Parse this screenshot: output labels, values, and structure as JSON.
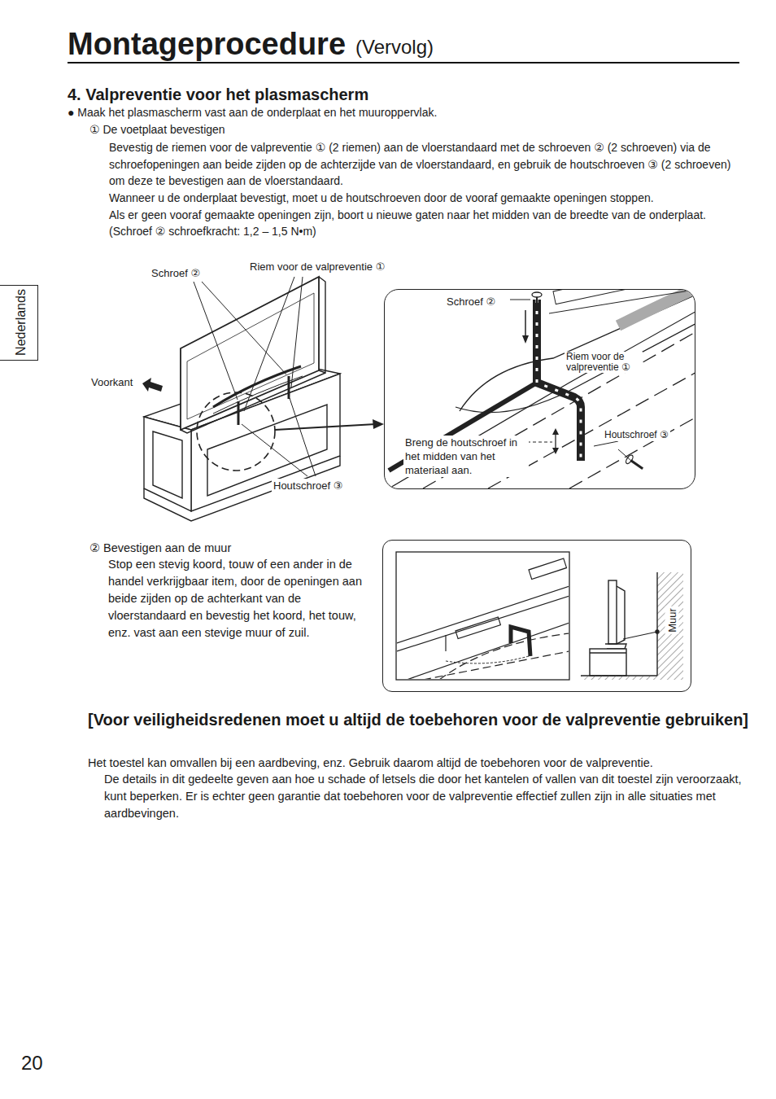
{
  "diagram": {
    "title": "Montageprocedure",
    "nodes": [
      {
        "text": [
          "Nederlands"
        ]
      },
      {
        "text": [
          "Schroef ②",
          "Riem voor de valpreventie ①",
          "Breng de houtschroef in het midden van het materiaal aan.",
          "Houtschroef ③"
        ]
      },
      {
        "text": [
          "Muur"
        ]
      }
    ],
    "labels": [
      "(Vervolg)",
      "4. Valpreventie voor het plasmascherm",
      "● Maak het plasmascherm vast aan de onderplaat en het muuroppervlak.",
      "① De voetplaat bevestigen",
      "Bevestig de riemen voor de valpreventie ① (2 riemen) aan de vloerstandaard met de schroeven ② (2 schroeven) via de schroefopeningen aan beide zijden op de achterzijde van de vloerstandaard, en gebruik de houtschroeven ③ (2 schroeven) om deze te bevestigen aan de vloerstandaard.",
      "Wanneer u de onderplaat bevestigt, moet u de houtschroeven door de vooraf gemaakte openingen stoppen.",
      "Als er geen vooraf gemaakte openingen zijn, boort u nieuwe gaten naar het midden van de breedte van de onderplaat.",
      "(Schroef ② schroefkracht: 1,2 – 1,5 N•m)",
      "Schroef ②",
      "Riem voor de valpreventie ①",
      "Voorkant",
      "Houtschroef ③",
      "② Bevestigen aan de muur",
      "Stop een stevig koord, touw of een ander in de handel verkrijgbaar item, door de openingen aan beide zijden op de achterkant van de vloerstandaard en bevestig het koord, het touw, enz. vast aan een stevige muur of zuil.",
      "[Voor veiligheidsredenen moet u altijd de toebehoren voor de valpreventie gebruiken]",
      "Het toestel kan omvallen bij een aardbeving, enz. Gebruik daarom altijd de toebehoren voor de valpreventie.",
      "De details in dit gedeelte geven aan hoe u schade of letsels die door het kantelen of vallen van dit toestel zijn veroorzaakt, kunt beperken. Er is echter geen garantie dat toebehoren voor de valpreventie effectief zullen zijn in alle situaties met aardbevingen.",
      "20"
    ]
  }
}
